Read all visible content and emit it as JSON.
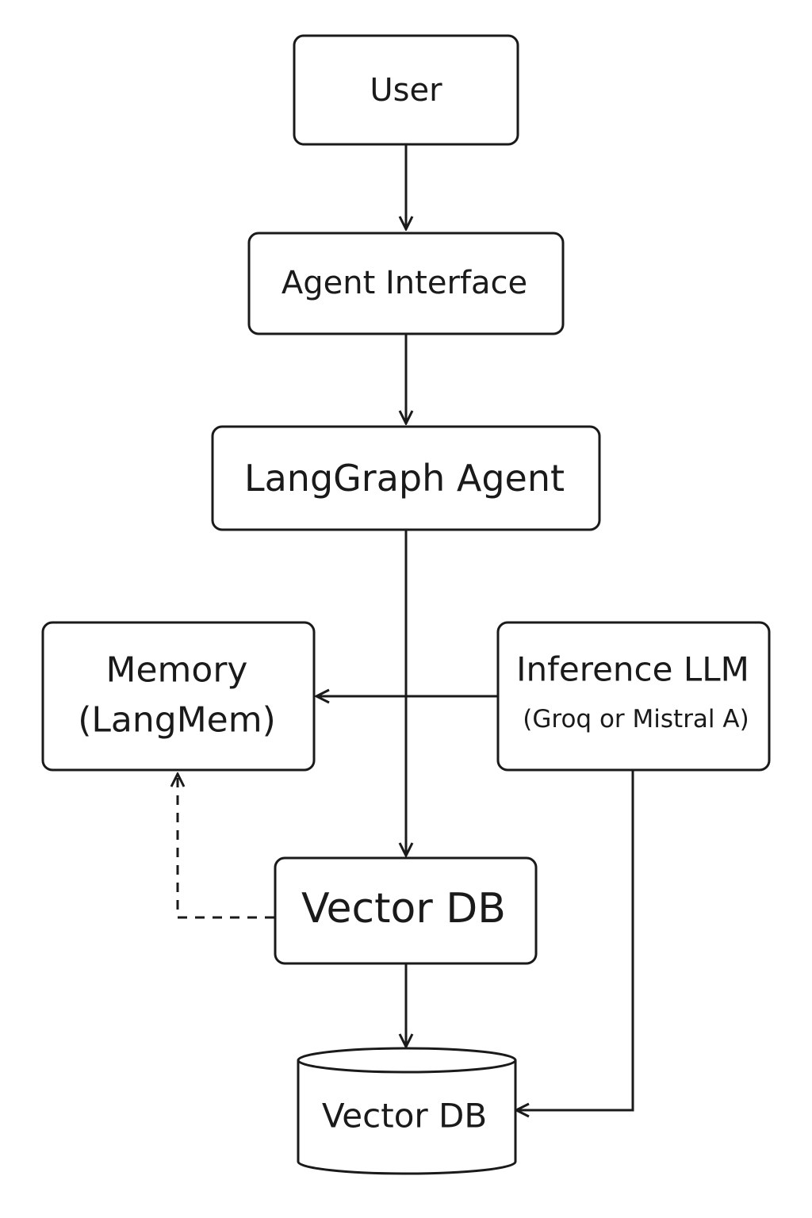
{
  "nodes": {
    "user": {
      "label": "User"
    },
    "agent_interface": {
      "label": "Agent Interface"
    },
    "langgraph_agent": {
      "label": "LangGraph Agent"
    },
    "memory": {
      "label_line1": "Memory",
      "label_line2": "(LangMem)"
    },
    "inference_llm": {
      "label_line1": "Inference LLM",
      "label_line2": "(Groq or Mistral A)"
    },
    "vector_db_box": {
      "label": "Vector DB"
    },
    "vector_db_cylinder": {
      "label": "Vector DB"
    }
  },
  "edges": [
    {
      "from": "user",
      "to": "agent_interface",
      "style": "solid"
    },
    {
      "from": "agent_interface",
      "to": "langgraph_agent",
      "style": "solid"
    },
    {
      "from": "langgraph_agent",
      "to": "vector_db_box",
      "style": "solid"
    },
    {
      "from": "inference_llm",
      "to": "memory",
      "style": "solid"
    },
    {
      "from": "vector_db_box",
      "to": "memory",
      "style": "dashed"
    },
    {
      "from": "vector_db_box",
      "to": "vector_db_cylinder",
      "style": "solid"
    },
    {
      "from": "inference_llm",
      "to": "vector_db_cylinder",
      "style": "solid"
    }
  ]
}
